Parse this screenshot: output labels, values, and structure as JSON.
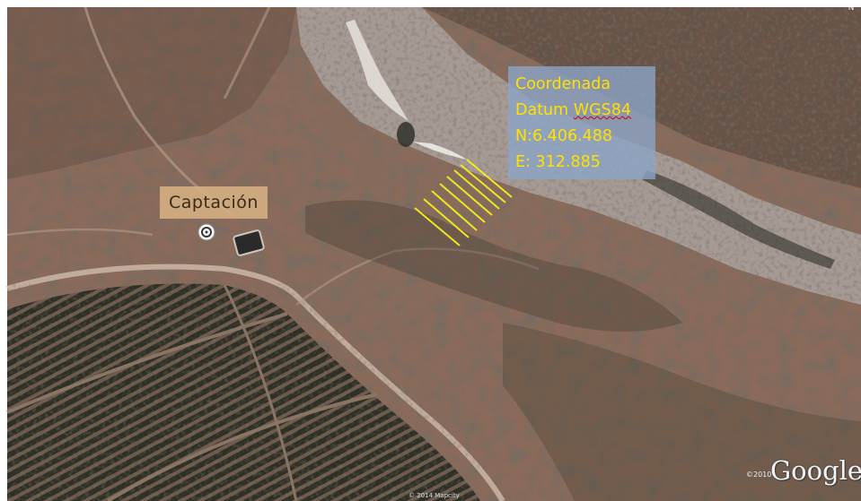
{
  "map": {
    "type": "satellite-imagery",
    "colors": {
      "terrain": "#8a6a5a",
      "riverbed": "#a69a94",
      "orchard": "#3a3a2e",
      "hatch": "#f2f01a",
      "label_bg": "#d6b084",
      "info_bg": "#8ca5c8",
      "info_text": "#ffe000"
    }
  },
  "captacion": {
    "label": "Captación",
    "icon": "well-target-icon"
  },
  "coordinates": {
    "line1": "Coordenada",
    "line2_prefix": "Datum",
    "line2_underlined": "WGS84",
    "line3": "N:6.406.488",
    "line4": "E: 312.885"
  },
  "attribution": {
    "logo": "Google",
    "copyright_left": "©2010",
    "copyright_bottom": "© 2014 Mapcity",
    "compass": "N"
  }
}
